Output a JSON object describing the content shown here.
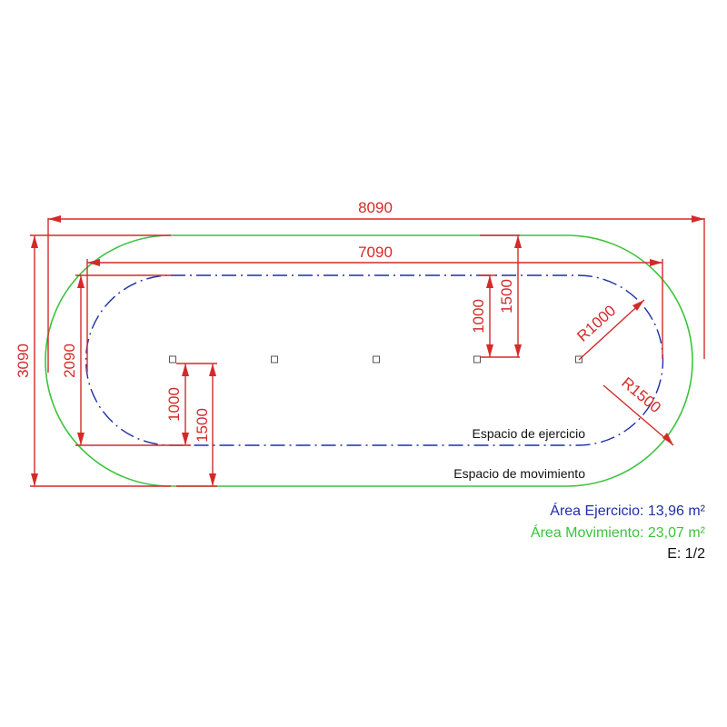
{
  "dimensions": {
    "overall_length": "8090",
    "inner_length": "7090",
    "overall_width": "3090",
    "inner_width": "2090",
    "offset_top_a": "1000",
    "offset_top_b": "1500",
    "offset_bottom_a": "1000",
    "offset_bottom_b": "1500",
    "radius_inner": "R1000",
    "radius_outer": "R1500"
  },
  "labels": {
    "exercise_space": "Espacio de ejercicio",
    "movement_space": "Espacio de movimiento"
  },
  "legend": {
    "area_exercise": "Área Ejercicio: 13,96 m²",
    "area_movement": "Área Movimiento: 23,07 m²",
    "scale": "E: 1/2"
  },
  "colors": {
    "dimension": "#d42a2a",
    "exercise_area": "#1f2fa8",
    "movement_area": "#3cc43c",
    "text": "#111111"
  }
}
